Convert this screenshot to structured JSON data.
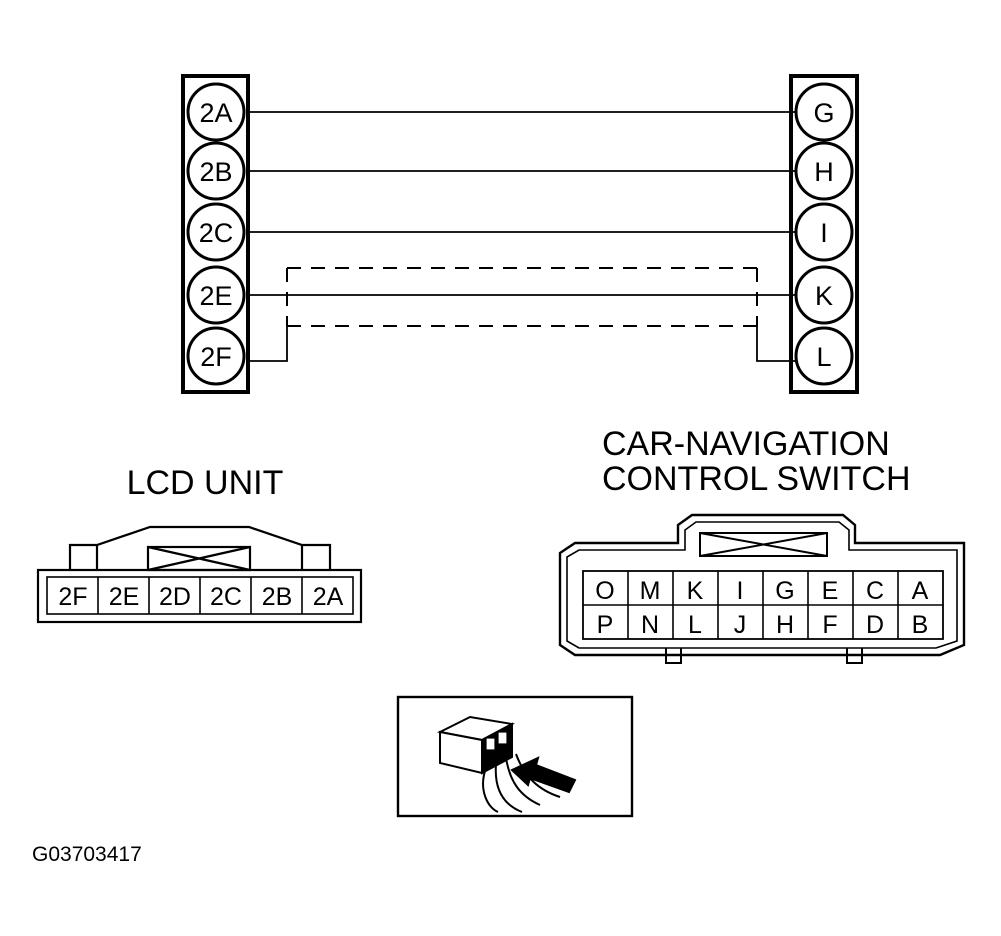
{
  "wiring": {
    "left_pins": [
      "2A",
      "2B",
      "2C",
      "2E",
      "2F"
    ],
    "right_pins": [
      "G",
      "H",
      "I",
      "K",
      "L"
    ]
  },
  "lcd_unit": {
    "title": "LCD UNIT",
    "terminals": [
      "2F",
      "2E",
      "2D",
      "2C",
      "2B",
      "2A"
    ]
  },
  "nav_switch": {
    "title_line1": "CAR-NAVIGATION",
    "title_line2": "CONTROL SWITCH",
    "top_row": [
      "O",
      "M",
      "K",
      "I",
      "G",
      "E",
      "C",
      "A"
    ],
    "bottom_row": [
      "P",
      "N",
      "L",
      "J",
      "H",
      "F",
      "D",
      "B"
    ]
  },
  "probe_inset": {
    "icon": "connector-probe-icon"
  },
  "figure_code": "G03703417"
}
